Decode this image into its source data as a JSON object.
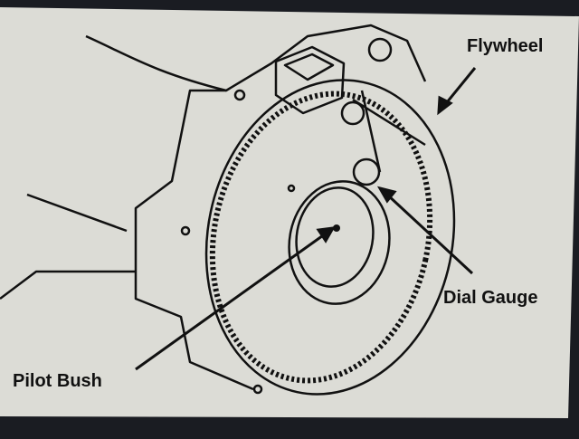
{
  "diagram": {
    "labels": {
      "flywheel": "Flywheel",
      "dial_gauge": "Dial Gauge",
      "pilot_bush": "Pilot Bush"
    },
    "colors": {
      "paper": "#dcdcd6",
      "ink": "#111111",
      "bezel": "#1a1c22"
    }
  }
}
